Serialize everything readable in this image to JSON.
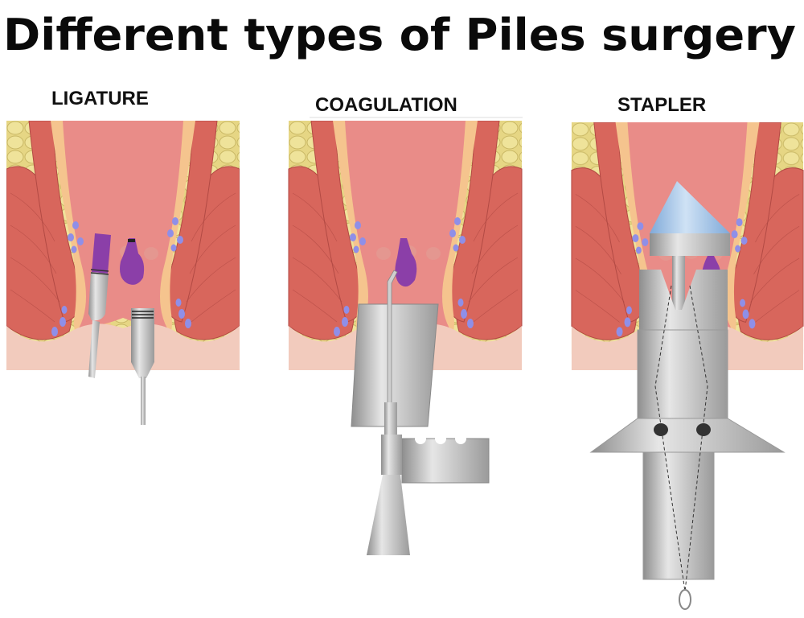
{
  "title": "Different types of Piles surgery",
  "panels": [
    {
      "label": "LIGATURE"
    },
    {
      "label": "COAGULATION"
    },
    {
      "label": "STAPLER"
    }
  ],
  "colors": {
    "fat": "#e6d684",
    "muscle": "#d8665c",
    "lining": "#f5c48e",
    "canal": "#e98c88",
    "skin": "#f2cbbd",
    "vein": "#8f8fe8",
    "hemorrhoid": "#8b3fa8",
    "metal": "#b9b9b9",
    "anvil": "#9ec3e8"
  }
}
